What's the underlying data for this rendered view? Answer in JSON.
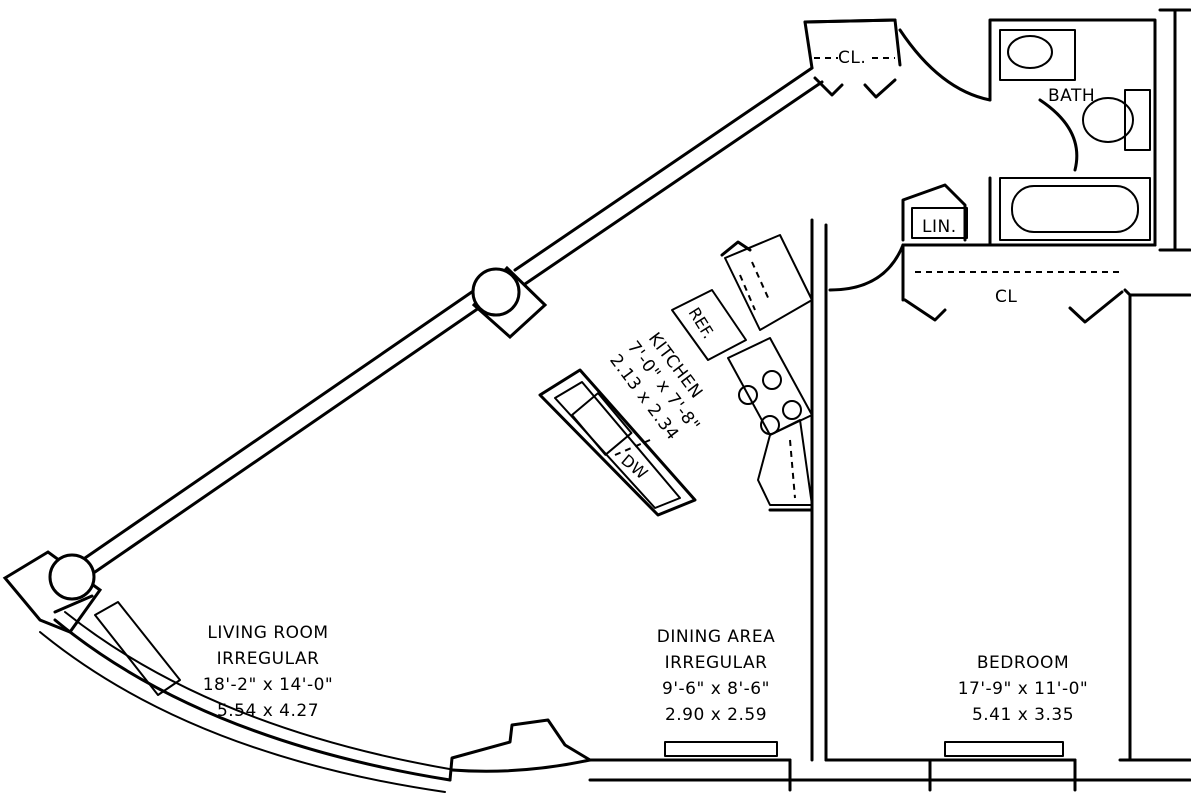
{
  "rooms": {
    "living": {
      "name": "LIVING ROOM",
      "shape": "IRREGULAR",
      "imperial": "18'-2\" x 14'-0\"",
      "metric": "5.54 x 4.27"
    },
    "dining": {
      "name": "DINING AREA",
      "shape": "IRREGULAR",
      "imperial": "9'-6\" x 8'-6\"",
      "metric": "2.90 x 2.59"
    },
    "bedroom": {
      "name": "BEDROOM",
      "imperial": "17'-9\" x 11'-0\"",
      "metric": "5.41 x 3.35"
    },
    "kitchen": {
      "name": "KITCHEN",
      "imperial": "7'-0\" x 7'-8\"",
      "metric": "2.13 x 2.34"
    }
  },
  "fixtures": {
    "bath": "BATH",
    "linen": "LIN.",
    "closet_entry": "CL.",
    "closet_bedroom": "CL",
    "refrigerator": "REF.",
    "dishwasher": "DW"
  }
}
